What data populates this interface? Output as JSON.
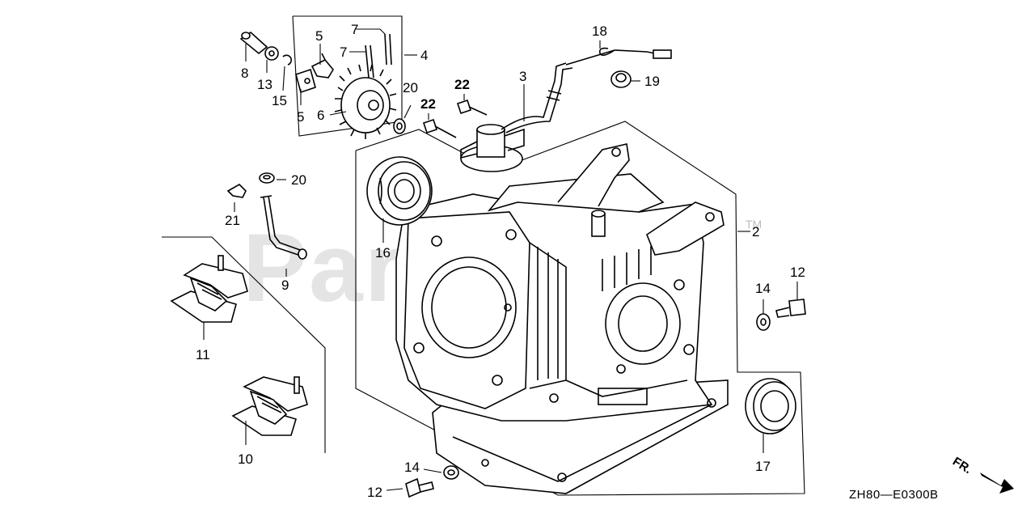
{
  "diagram": {
    "watermark": "PartsTree",
    "watermark_tm": "TM",
    "diagram_code": "ZH80—E0300B",
    "direction_label": "FR.",
    "callouts": {
      "p2": "2",
      "p3": "3",
      "p4": "4",
      "p5a": "5",
      "p5b": "5",
      "p6": "6",
      "p7a": "7",
      "p7b": "7",
      "p8": "8",
      "p9": "9",
      "p10": "10",
      "p11": "11",
      "p12a": "12",
      "p12b": "12",
      "p13": "13",
      "p14a": "14",
      "p14b": "14",
      "p15": "15",
      "p16": "16",
      "p17": "17",
      "p18": "18",
      "p19": "19",
      "p20a": "20",
      "p20b": "20",
      "p21": "21",
      "p22a": "22",
      "p22b": "22"
    }
  }
}
